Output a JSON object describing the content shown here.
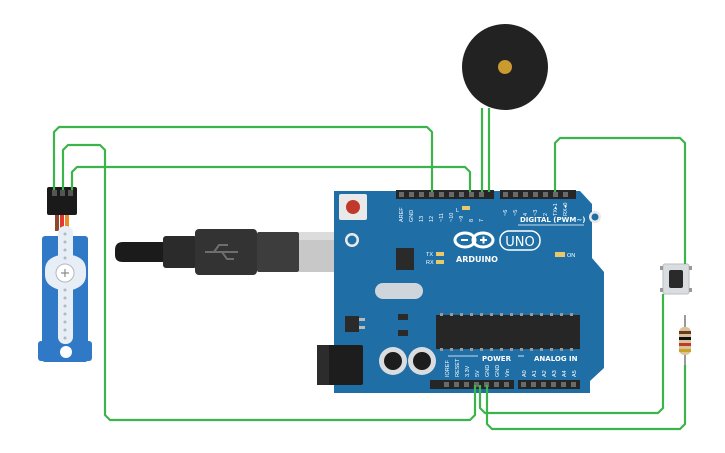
{
  "board": {
    "brand": "ARDUINO",
    "model": "UNO",
    "on_label": "ON",
    "tx_label": "TX",
    "rx_label": "RX",
    "l_label": "L",
    "digital_header": "DIGITAL (PWM~)",
    "power_header": "POWER",
    "analog_header": "ANALOG IN",
    "digital_pins": [
      "AREF",
      "GND",
      "13",
      "12",
      "~11",
      "~10",
      "~9",
      "8",
      "7",
      "~6",
      "~5",
      "4",
      "~3",
      "2",
      "TX▸1",
      "RX◂0"
    ],
    "power_pins": [
      "IOREF",
      "RESET",
      "3.3V",
      "5V",
      "GND",
      "GND",
      "Vin"
    ],
    "analog_pins": [
      "A0",
      "A1",
      "A2",
      "A3",
      "A4",
      "A5"
    ],
    "color": "#1f6fa6"
  },
  "components": {
    "servo_icon": "servo-motor-icon",
    "buzzer_icon": "piezo-buzzer-icon",
    "usb_icon": "usb-cable-icon",
    "button_icon": "pushbutton-icon",
    "resistor_icon": "resistor-icon"
  },
  "colors": {
    "wire": "#3cb44b",
    "servo": "#2f79c6",
    "buzzer": "#222222",
    "buzzer_center": "#c99a2e",
    "reset_button": "#c0392b"
  }
}
